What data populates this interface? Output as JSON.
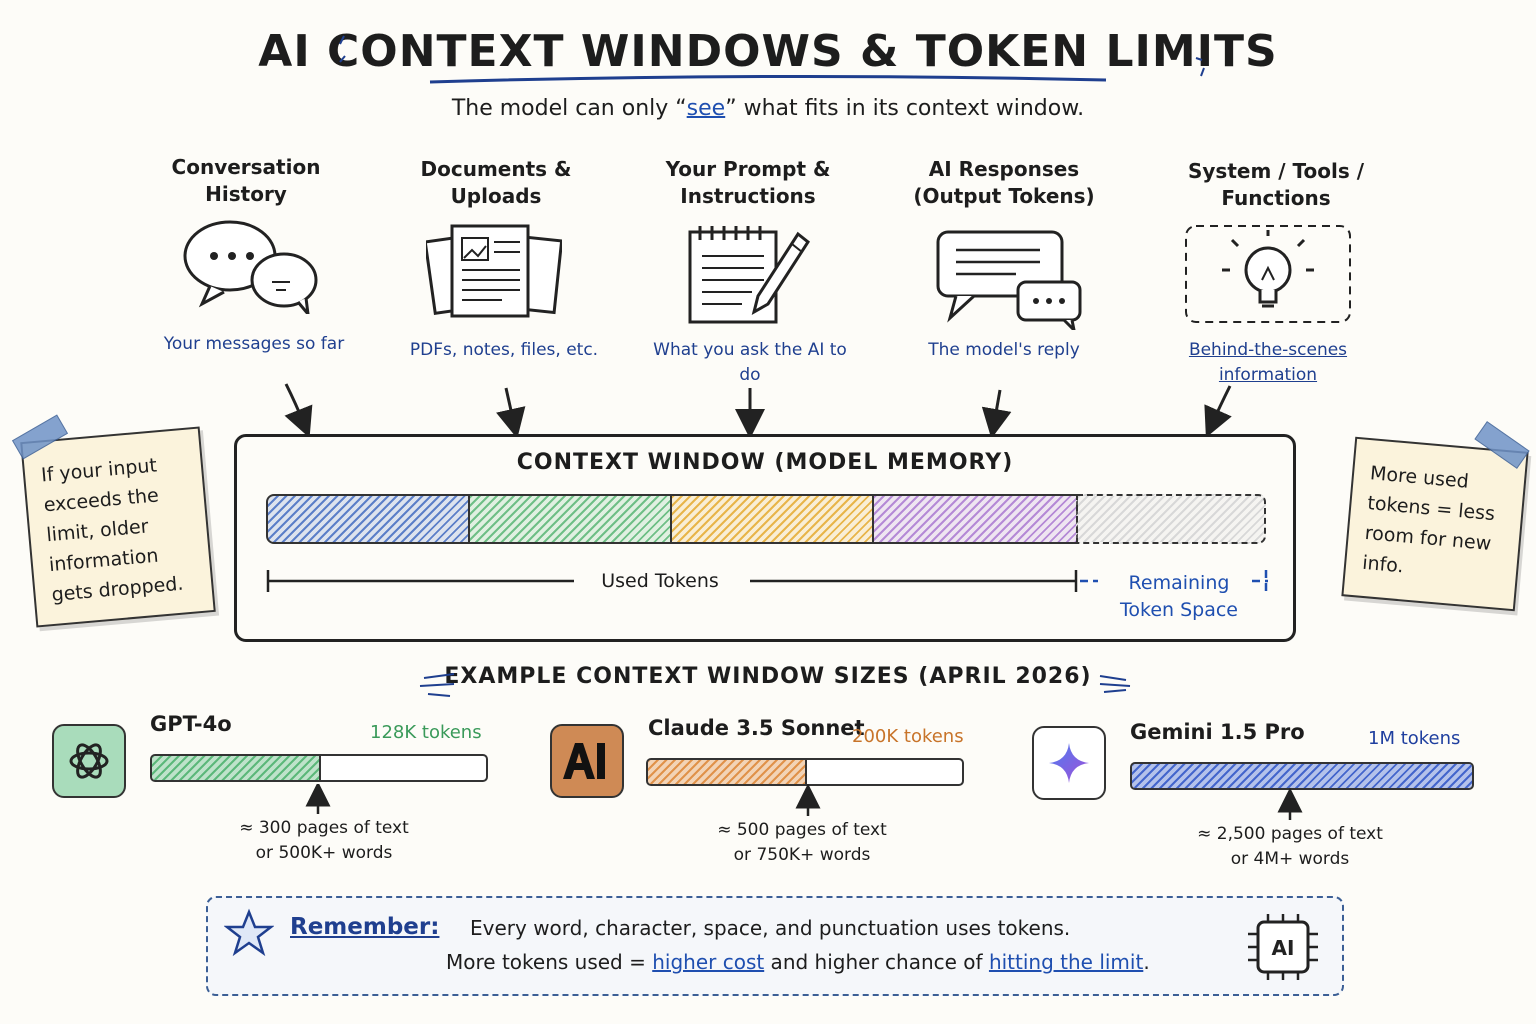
{
  "title": "AI CONTEXT WINDOWS & TOKEN LIMITS",
  "subtitle": {
    "before": "The model can only “",
    "highlight": "see",
    "after": "” what fits in its context window."
  },
  "sources": [
    {
      "title": "Conversation History",
      "desc": "Your messages so far",
      "icon": "chat-bubbles-icon"
    },
    {
      "title": "Documents & Uploads",
      "desc": "PDFs, notes, files, etc.",
      "icon": "documents-icon"
    },
    {
      "title": "Your Prompt & Instructions",
      "desc": "What you ask the AI to do",
      "icon": "notepad-pencil-icon"
    },
    {
      "title": "AI Responses (Output Tokens)",
      "desc": "The model's reply",
      "icon": "reply-bubble-icon"
    },
    {
      "title": "System / Tools / Functions",
      "desc": "Behind-the-scenes information",
      "icon": "lightbulb-icon"
    }
  ],
  "notes": {
    "left": "If your input exceeds the limit, older information gets dropped.",
    "right": "More used tokens = less room for new info."
  },
  "context_window": {
    "title": "CONTEXT WINDOW (MODEL MEMORY)",
    "used_label": "Used Tokens",
    "remaining_label": "Remaining Token Space",
    "colors": [
      "#5c7fc8",
      "#6fbf86",
      "#e8b54a",
      "#b58ad6",
      "#d8d8d8"
    ]
  },
  "examples": {
    "title": "EXAMPLE CONTEXT WINDOW SIZES (APRIL 2026)",
    "models": [
      {
        "name": "GPT-4o",
        "tokens": "128K tokens",
        "fill": 0.5,
        "color": "#5cb87a",
        "tok_color": "#3a9a5a",
        "logo": "openai-logo-icon",
        "logo_bg": "#a9dcbb",
        "note1": "≈ 300 pages of text",
        "note2": "or 500K+ words"
      },
      {
        "name": "Claude 3.5 Sonnet",
        "tokens": "200K tokens",
        "fill": 0.5,
        "color": "#e0924a",
        "tok_color": "#c8742a",
        "logo": "anthropic-logo-icon",
        "logo_bg": "#cf8a55",
        "note1": "≈ 500 pages of text",
        "note2": "or 750K+ words"
      },
      {
        "name": "Gemini 1.5 Pro",
        "tokens": "1M tokens",
        "fill": 1.0,
        "color": "#4466cc",
        "tok_color": "#1f3f9f",
        "logo": "gemini-sparkle-icon",
        "logo_bg": "#ffffff",
        "note1": "≈ 2,500 pages of text",
        "note2": "or 4M+ words"
      }
    ]
  },
  "remember": {
    "label": "Remember:",
    "line1": "Every word, character, space, and punctuation uses tokens.",
    "line2_a": "More tokens used = ",
    "line2_b": "higher cost",
    "line2_c": " and higher chance of ",
    "line2_d": "hitting the limit",
    "line2_e": "."
  }
}
